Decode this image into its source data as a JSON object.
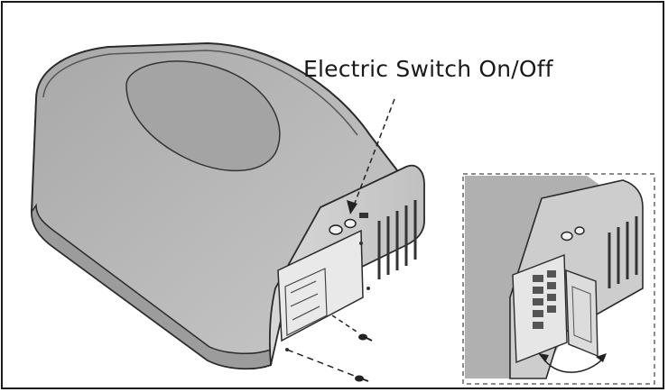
{
  "callout": {
    "label": "Electric Switch On/Off"
  },
  "colors": {
    "frame": "#1a1a1a",
    "housing_light": "#d0d0d0",
    "housing_mid": "#b8b8b8",
    "housing_dark": "#8a8a8a",
    "panel": "#e8e8e8",
    "line": "#2a2a2a"
  },
  "icons": [
    "device-housing",
    "screw-icon",
    "hinged-cover-icon",
    "arrow-icon",
    "vent-grille"
  ]
}
